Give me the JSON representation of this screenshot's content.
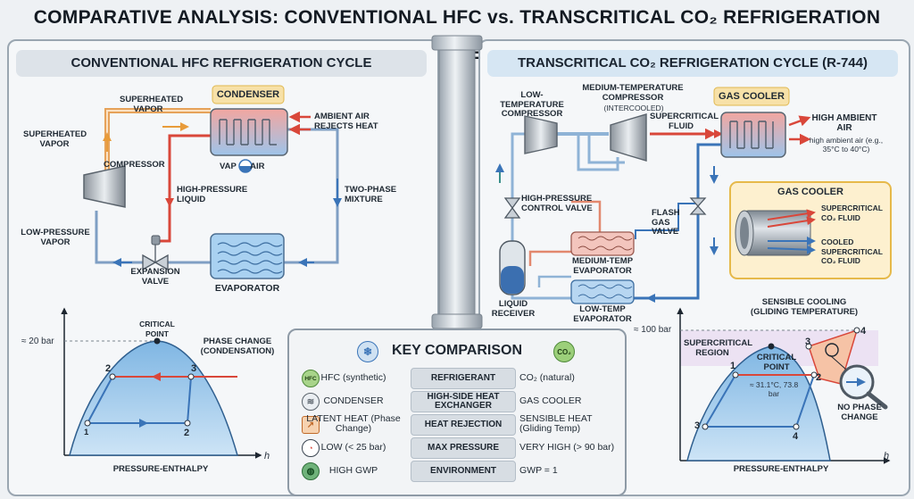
{
  "title": "COMPARATIVE ANALYSIS: CONVENTIONAL HFC vs. TRANSCRITICAL CO₂ REFRIGERATION CYCLES",
  "left": {
    "header": "CONVENTIONAL HFC REFRIGERATION CYCLE",
    "condenser": "CONDENSER",
    "superheated_vapor_top": "SUPERHEATED VAPOR",
    "superheated_vapor_left": "SUPERHEATED VAPOR",
    "compressor": "COMPRESSOR",
    "ambient_air": "AMBIENT AIR REJECTS HEAT",
    "vap_air": "VAP      AIR",
    "high_pressure_liquid": "HIGH-PRESSURE LIQUID",
    "two_phase": "TWO-PHASE MIXTURE",
    "low_pressure_vapor": "LOW-PRESSURE VAPOR",
    "expansion_valve": "EXPANSION VALVE",
    "evaporator": "EVAPORATOR",
    "ph": {
      "pressure_tick": "≈ 20 bar",
      "critical_point": "CRITICAL POINT",
      "phase_change": "PHASE CHANGE (CONDENSATION)",
      "p1": "1",
      "p2": "2",
      "p3": "3",
      "p2b": "2",
      "axis_h": "h",
      "caption": "PRESSURE-ENTHALPY"
    }
  },
  "right": {
    "header": "TRANSCRITICAL CO₂ REFRIGERATION CYCLE (R-744)",
    "lt_compressor": "LOW-TEMPERATURE COMPRESSOR",
    "mt_compressor": "MEDIUM-TEMPERATURE COMPRESSOR",
    "intercooled": "(INTERCOOLED)",
    "supercritical_fluid": "SUPERCRITICAL FLUID",
    "gas_cooler": "GAS COOLER",
    "high_ambient": "HIGH AMBIENT AIR",
    "high_ambient_note": "high ambient air (e.g., 35°C to 40°C)",
    "hp_valve": "HIGH-PRESSURE CONTROL VALVE",
    "flash_valve": "FLASH GAS VALVE",
    "inset_title": "GAS COOLER",
    "inset_sc": "SUPERCRITICAL CO₂ FLUID",
    "inset_cooled": "COOLED SUPERCRITICAL CO₂ FLUID",
    "mt_evap": "MEDIUM-TEMP EVAPORATOR",
    "lt_evap": "LOW-TEMP EVAPORATOR",
    "receiver": "LIQUID RECEIVER",
    "ph": {
      "pressure_tick": "≈ 100 bar",
      "sensible": "SENSIBLE COOLING (GLIDING TEMPERATURE)",
      "supercritical_region": "SUPERCRITICAL REGION",
      "critical_point": "CRITICAL POINT",
      "cp_values": "≈ 31.1°C, 73.8 bar",
      "no_phase": "NO PHASE CHANGE",
      "p1": "1",
      "p2": "2",
      "p3": "3",
      "p4": "4",
      "p3b": "3",
      "p4b": "4",
      "axis_h": "h",
      "caption": "PRESSURE-ENTHALPY"
    }
  },
  "key": {
    "title": "KEY COMPARISON",
    "icon_hfc": "HFC",
    "icon_co2": "CO₂",
    "rows": [
      {
        "left": "HFC (synthetic)",
        "mid": "REFRIGERANT",
        "right": "CO₂ (natural)"
      },
      {
        "left": "CONDENSER",
        "mid": "HIGH-SIDE HEAT EXCHANGER",
        "right": "GAS COOLER"
      },
      {
        "left": "LATENT HEAT (Phase Change)",
        "mid": "HEAT REJECTION",
        "right": "SENSIBLE HEAT (Gliding Temp)"
      },
      {
        "left": "LOW (< 25 bar)",
        "mid": "MAX PRESSURE",
        "right": "VERY HIGH (> 90 bar)"
      },
      {
        "left": "HIGH GWP",
        "mid": "ENVIRONMENT",
        "right": "GWP = 1"
      }
    ]
  },
  "colors": {
    "hot": "#d9473a",
    "cold": "#3a74b8",
    "accent": "#f2c84b"
  }
}
